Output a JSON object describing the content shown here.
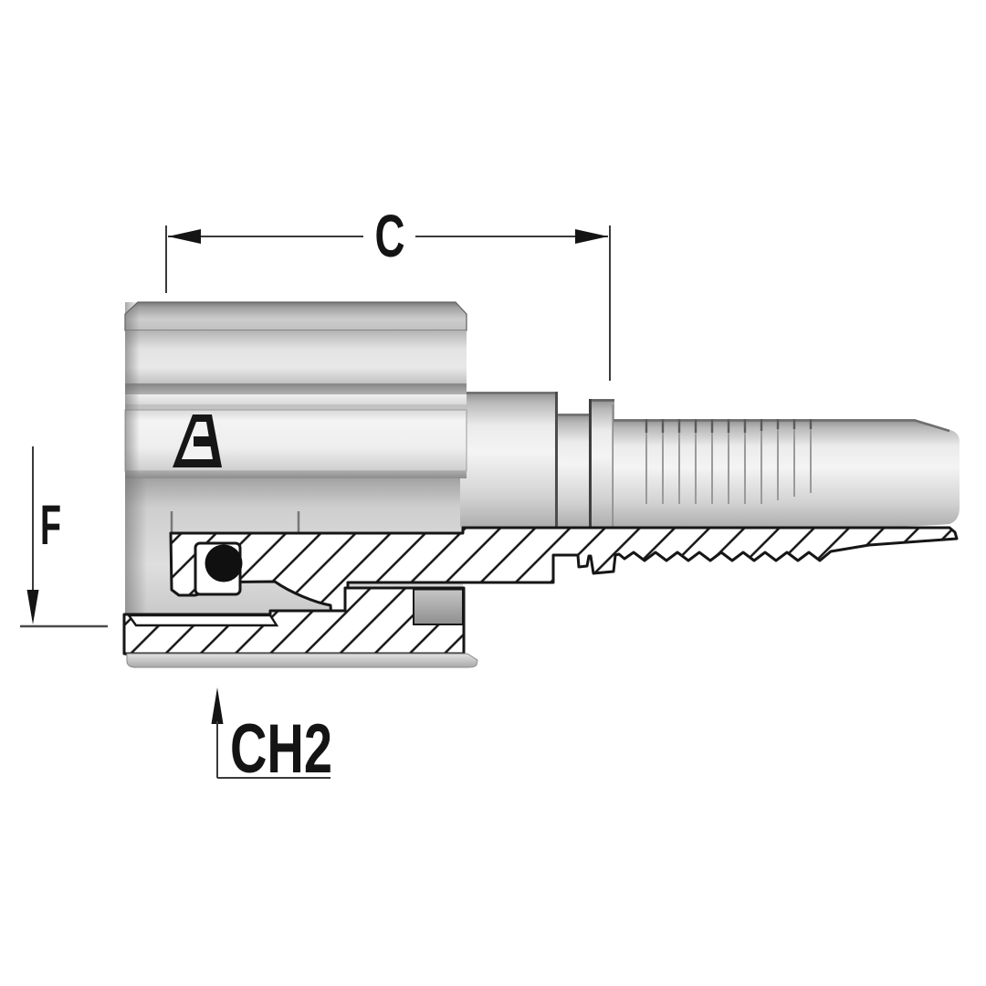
{
  "drawing": {
    "title": "hose-fitting-section-drawing",
    "labels": {
      "length_dim": "C",
      "thread_dim": "F",
      "wrench_dim": "CH2"
    },
    "icons": {
      "brand_logo": "alfagomma-a-mark"
    },
    "colors": {
      "background": "#ffffff",
      "outline": "#161616",
      "hatch_line": "#141414",
      "dim_line": "#3a3a3a",
      "metal_light": "#f3f3f3",
      "metal_mid": "#cccccc",
      "metal_dark": "#8e8e8e",
      "oring": "#101010"
    }
  }
}
